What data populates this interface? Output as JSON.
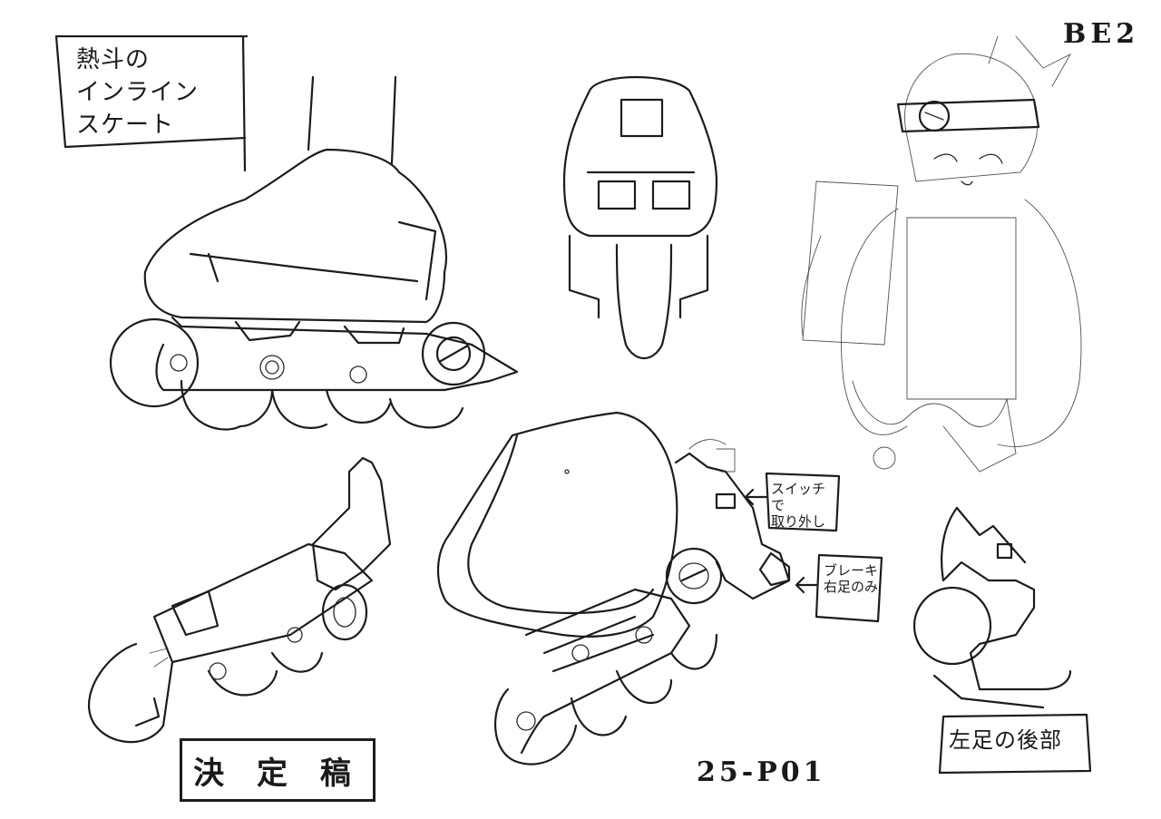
{
  "sheet": {
    "code_top": "BE2",
    "code_bottom": "25-P01",
    "stamp": "決 定 稿",
    "title_note": "熱斗の\nインライン\nスケート",
    "note_switch": "スイッチで\n取り外し",
    "note_brake": "ブレーキ\n右足のみ",
    "note_rear": "左足の後部"
  }
}
